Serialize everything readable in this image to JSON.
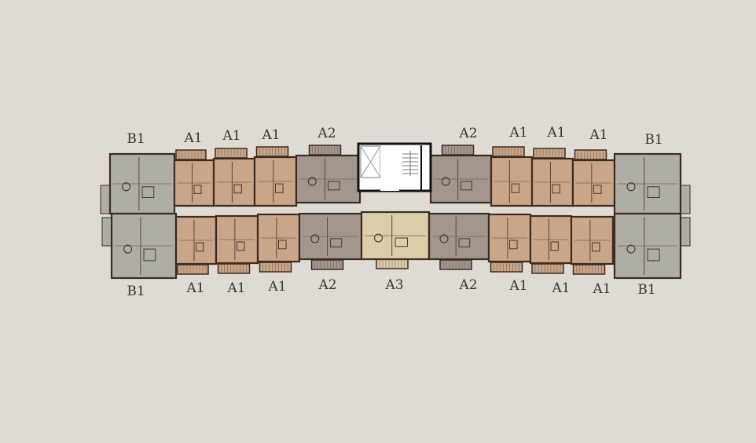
{
  "colors": {
    "background": "#dfdbd4",
    "A1": "#c9a689",
    "A2": "#a3968e",
    "A3": "#dccdab",
    "B1": "#afaea6",
    "wall": "#3d2b20",
    "core": "#ffffff"
  },
  "units": [
    {
      "label": "B1",
      "type": "B1",
      "row": "top"
    },
    {
      "label": "A1",
      "type": "A1",
      "row": "top"
    },
    {
      "label": "A1",
      "type": "A1",
      "row": "top"
    },
    {
      "label": "A1",
      "type": "A1",
      "row": "top"
    },
    {
      "label": "A2",
      "type": "A2",
      "row": "top"
    },
    {
      "label": "A2",
      "type": "A2",
      "row": "top"
    },
    {
      "label": "A1",
      "type": "A1",
      "row": "top"
    },
    {
      "label": "A1",
      "type": "A1",
      "row": "top"
    },
    {
      "label": "A1",
      "type": "A1",
      "row": "top"
    },
    {
      "label": "B1",
      "type": "B1",
      "row": "top"
    },
    {
      "label": "B1",
      "type": "B1",
      "row": "bottom"
    },
    {
      "label": "A1",
      "type": "A1",
      "row": "bottom"
    },
    {
      "label": "A1",
      "type": "A1",
      "row": "bottom"
    },
    {
      "label": "A1",
      "type": "A1",
      "row": "bottom"
    },
    {
      "label": "A2",
      "type": "A2",
      "row": "bottom"
    },
    {
      "label": "A3",
      "type": "A3",
      "row": "bottom"
    },
    {
      "label": "A2",
      "type": "A2",
      "row": "bottom"
    },
    {
      "label": "A1",
      "type": "A1",
      "row": "bottom"
    },
    {
      "label": "A1",
      "type": "A1",
      "row": "bottom"
    },
    {
      "label": "A1",
      "type": "A1",
      "row": "bottom"
    },
    {
      "label": "B1",
      "type": "B1",
      "row": "bottom"
    }
  ]
}
